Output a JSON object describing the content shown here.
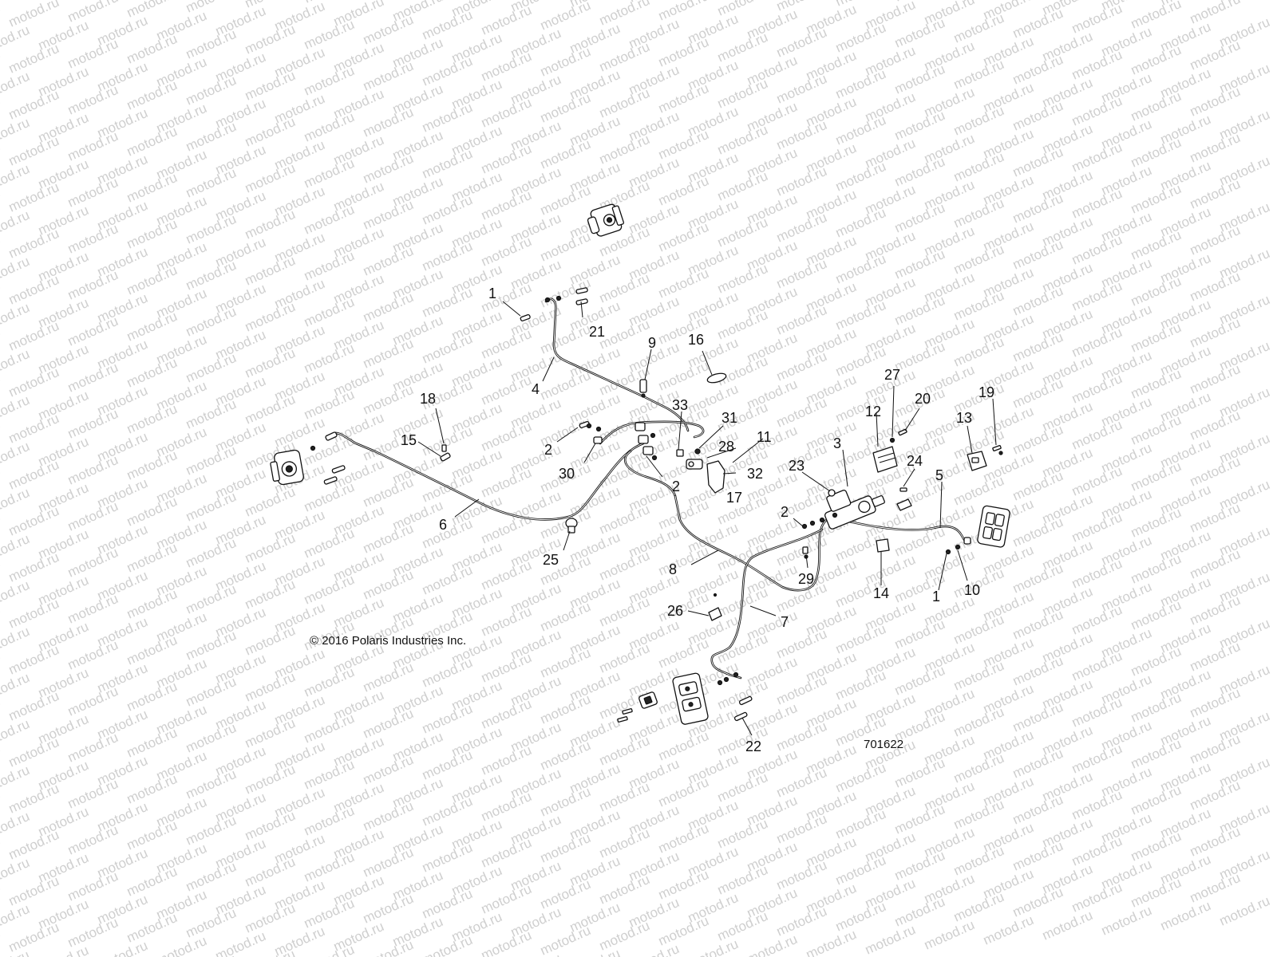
{
  "diagram": {
    "watermark_text": "motod.ru",
    "copyright": "© 2016 Polaris Industries Inc.",
    "drawing_number": "701622",
    "callouts": [
      {
        "id": "c1a",
        "text": "1"
      },
      {
        "id": "c1b",
        "text": "1"
      },
      {
        "id": "c2a",
        "text": "2"
      },
      {
        "id": "c2b",
        "text": "2"
      },
      {
        "id": "c2c",
        "text": "2"
      },
      {
        "id": "c3",
        "text": "3"
      },
      {
        "id": "c4",
        "text": "4"
      },
      {
        "id": "c5",
        "text": "5"
      },
      {
        "id": "c6",
        "text": "6"
      },
      {
        "id": "c7",
        "text": "7"
      },
      {
        "id": "c8",
        "text": "8"
      },
      {
        "id": "c9",
        "text": "9"
      },
      {
        "id": "c10",
        "text": "10"
      },
      {
        "id": "c11",
        "text": "11"
      },
      {
        "id": "c12",
        "text": "12"
      },
      {
        "id": "c13",
        "text": "13"
      },
      {
        "id": "c14",
        "text": "14"
      },
      {
        "id": "c15",
        "text": "15"
      },
      {
        "id": "c16",
        "text": "16"
      },
      {
        "id": "c17",
        "text": "17"
      },
      {
        "id": "c18",
        "text": "18"
      },
      {
        "id": "c19",
        "text": "19"
      },
      {
        "id": "c20",
        "text": "20"
      },
      {
        "id": "c21",
        "text": "21"
      },
      {
        "id": "c22",
        "text": "22"
      },
      {
        "id": "c23",
        "text": "23"
      },
      {
        "id": "c24",
        "text": "24"
      },
      {
        "id": "c25",
        "text": "25"
      },
      {
        "id": "c26",
        "text": "26"
      },
      {
        "id": "c27",
        "text": "27"
      },
      {
        "id": "c28",
        "text": "28"
      },
      {
        "id": "c29",
        "text": "29"
      },
      {
        "id": "c30",
        "text": "30"
      },
      {
        "id": "c31",
        "text": "31"
      },
      {
        "id": "c32",
        "text": "32"
      },
      {
        "id": "c33",
        "text": "33"
      }
    ]
  }
}
